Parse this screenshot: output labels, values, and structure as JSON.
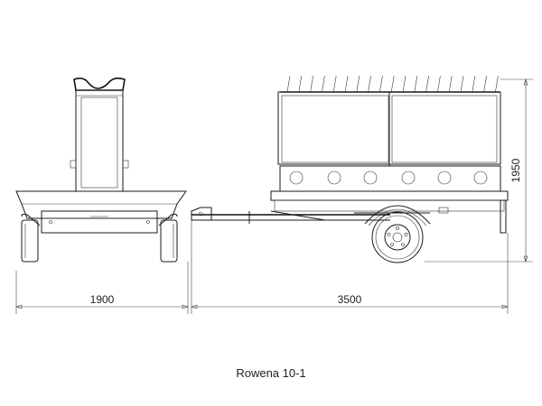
{
  "drawing": {
    "caption": "Rowena 10-1",
    "dimensions": {
      "width": "1900",
      "length": "3500",
      "height": "1950"
    }
  }
}
